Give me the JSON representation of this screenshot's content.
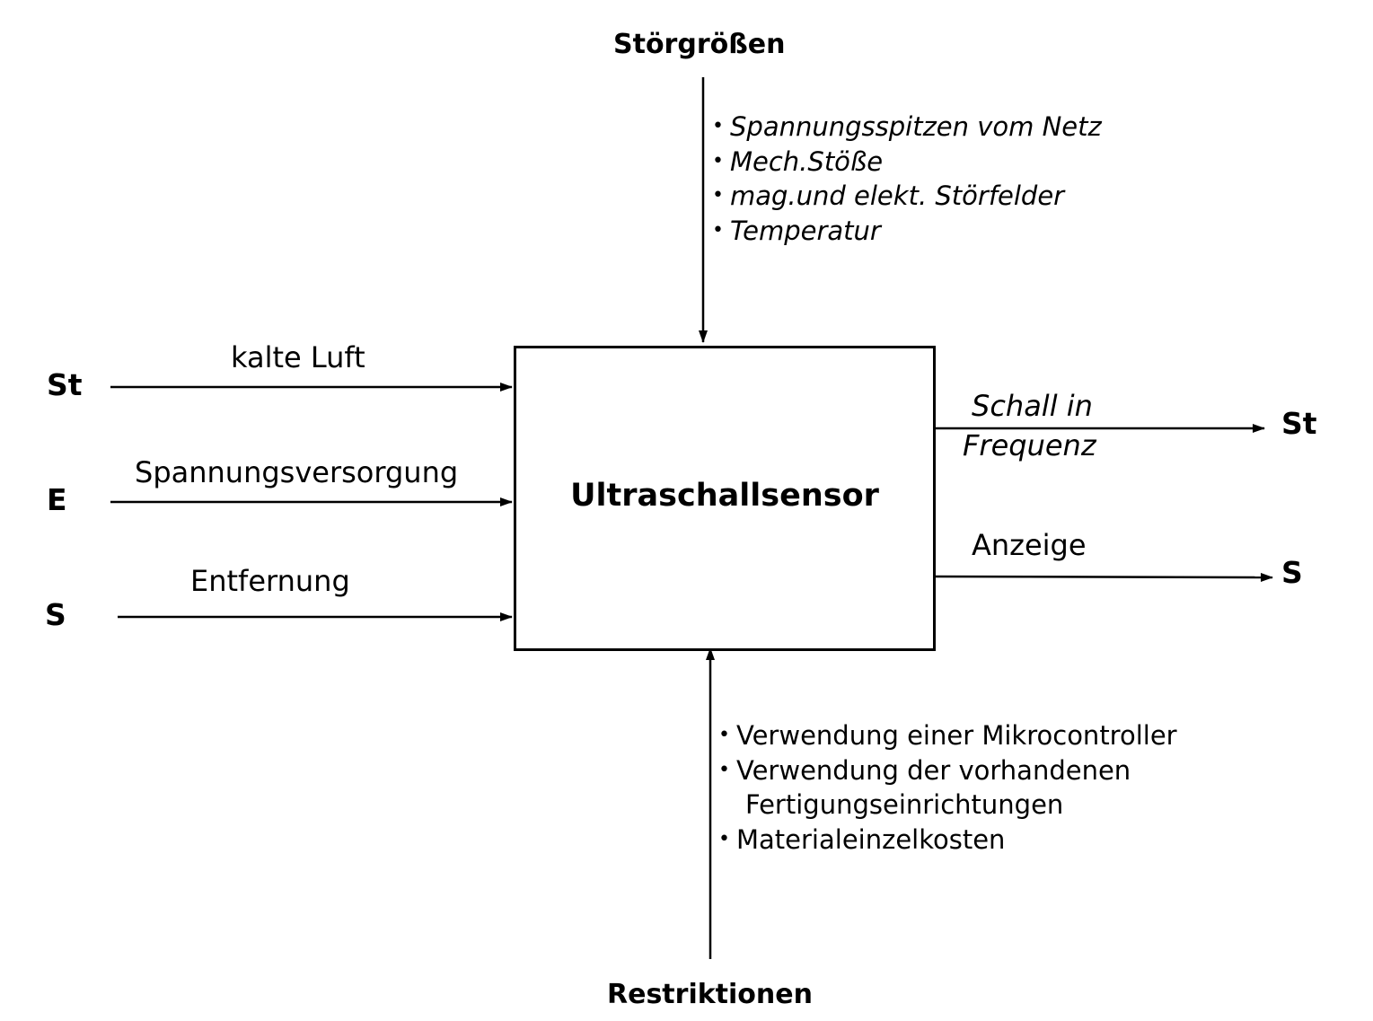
{
  "system": {
    "title": "Ultraschallsensor"
  },
  "disturbances": {
    "heading": "Störgrößen",
    "items": [
      "Spannungsspitzen vom Netz",
      "Mech.Stöße",
      "mag.und elekt. Störfelder",
      "Temperatur"
    ]
  },
  "restrictions": {
    "heading": "Restriktionen",
    "items": [
      {
        "text": "Verwendung einer Mikrocontroller",
        "cont": ""
      },
      {
        "text": "Verwendung der vorhandenen",
        "cont": "Fertigungseinrichtungen"
      },
      {
        "text": "Materialeinzelkosten",
        "cont": ""
      }
    ]
  },
  "inputs": [
    {
      "code": "St",
      "label": "kalte Luft"
    },
    {
      "code": "E",
      "label": "Spannungsversorgung"
    },
    {
      "code": "S",
      "label": "Entfernung"
    }
  ],
  "outputs": [
    {
      "code": "St",
      "label_line1": "Schall in",
      "label_line2": "Frequenz"
    },
    {
      "code": "S",
      "label_line1": "Anzeige"
    }
  ]
}
